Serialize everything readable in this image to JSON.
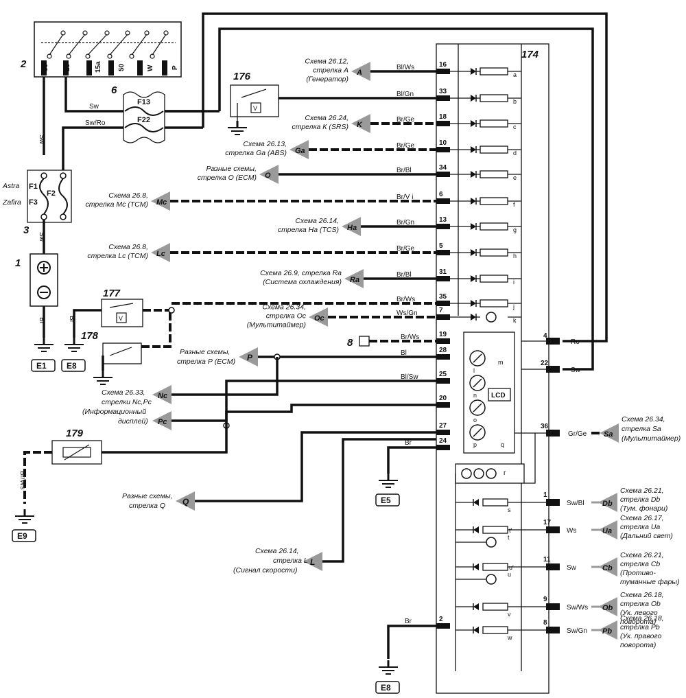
{
  "components": {
    "c1": "1",
    "c2": "2",
    "c3": "3",
    "c6": "6",
    "c8": "8",
    "c174": "174",
    "c176": "176",
    "c177": "177",
    "c178": "178",
    "c179": "179"
  },
  "ignition": [
    "30",
    "15",
    "15a",
    "50",
    "W",
    "P"
  ],
  "fuses": {
    "f13": "F13",
    "f22": "F22",
    "f1": "F1",
    "f2": "F2",
    "f3": "F3",
    "astra": "Astra",
    "zafira": "Zafira"
  },
  "wires": {
    "sw": "Sw",
    "swro": "Sw/Ro",
    "br": "Br",
    "brws": "Br/Ws",
    "ro": "Ro",
    "gr_ge": "Gr/Ge"
  },
  "lcd": "LCD",
  "grounds": {
    "e1": "E1",
    "e8a": "E8",
    "e5": "E5",
    "e9": "E9",
    "e8b": "E8"
  },
  "left_rows": [
    {
      "pin": "16",
      "wire": "Bl/Ws",
      "arrow": "A",
      "ref1": "Схема 26.12,",
      "ref2": "стрелка А",
      "ref3": "(Генератор)",
      "letter": "a"
    },
    {
      "pin": "33",
      "wire": "Bl/Gn",
      "arrow": "",
      "ref1": "",
      "ref2": "",
      "ref3": "",
      "letter": "b"
    },
    {
      "pin": "18",
      "wire": "Br/Ge",
      "arrow": "K",
      "ref1": "Схема 26.24,",
      "ref2": "стрелка К (SRS)",
      "ref3": "",
      "letter": "c"
    },
    {
      "pin": "10",
      "wire": "Br/Ge",
      "arrow": "Ga",
      "ref1": "Схема 26.13,",
      "ref2": "стрелка Ga (ABS)",
      "ref3": "",
      "letter": "d"
    },
    {
      "pin": "34",
      "wire": "Br/Bl",
      "arrow": "O",
      "ref1": "Разные схемы,",
      "ref2": "стрелка О (ECM)",
      "ref3": "",
      "letter": "e"
    },
    {
      "pin": "6",
      "wire": "Br/V i",
      "arrow": "Mc",
      "ref1": "Схема 26.8,",
      "ref2": "стрелка Mc (TCM)",
      "ref3": "",
      "letter": "f"
    },
    {
      "pin": "13",
      "wire": "Br/Gn",
      "arrow": "Ha",
      "ref1": "Схема 26.14,",
      "ref2": "стрелка На (TCS)",
      "ref3": "",
      "letter": "g"
    },
    {
      "pin": "5",
      "wire": "Br/Ge",
      "arrow": "Lc",
      "ref1": "Схема 26.8,",
      "ref2": "стрелка Lc (TCM)",
      "ref3": "",
      "letter": "h"
    },
    {
      "pin": "31",
      "wire": "Br/Bl",
      "arrow": "Ra",
      "ref1": "Схема 26.9, стрелка Ra",
      "ref2": "(Система охлаждения)",
      "ref3": "",
      "letter": "i"
    },
    {
      "pin": "35",
      "wire": "Br/Ws",
      "arrow": "",
      "ref1": "",
      "ref2": "",
      "ref3": "",
      "letter": "j"
    },
    {
      "pin": "7",
      "wire": "Ws/Gn",
      "arrow": "Oc",
      "ref1": "Схема 26.34,",
      "ref2": "стрелка Ос",
      "ref3": "(Мультитаймер)",
      "letter": "k"
    }
  ],
  "lower_rows": [
    {
      "pin": "19",
      "wire": "Br/Ws"
    },
    {
      "pin": "28",
      "wire": "Bl"
    },
    {
      "pin": "25",
      "wire": "Bl/Sw"
    },
    {
      "pin": "20",
      "wire": ""
    },
    {
      "pin": "27",
      "wire": ""
    },
    {
      "pin": "24",
      "wire": "Br"
    },
    {
      "pin": "2",
      "wire": "Br"
    }
  ],
  "gauge_letters": [
    "l",
    "m",
    "n",
    "o",
    "p",
    "q",
    "r"
  ],
  "refs_left": {
    "p": {
      "arrow": "P",
      "ref1": "Разные схемы,",
      "ref2": "стрелка Р (ECM)"
    },
    "nc": {
      "arrow": "Nc",
      "ref1": "Схема 26.33,",
      "ref2": "стрелки Nc,Pc",
      "ref3": "(Информационный",
      "ref4": "дисплей)"
    },
    "pc": {
      "arrow": "Pc"
    },
    "q": {
      "arrow": "Q",
      "ref1": "Разные схемы,",
      "ref2": "стрелка Q"
    },
    "l": {
      "arrow": "L",
      "ref1": "Схема 26.14,",
      "ref2": "стрелка L",
      "ref3": "(Сигнал скорости)"
    }
  },
  "right_pins": {
    "p4": "4",
    "p22": "22",
    "p36": "36"
  },
  "refs_right": {
    "sa": {
      "arrow": "Sa",
      "ref1": "Схема 26.34,",
      "ref2": "стрелка Sa",
      "ref3": "(Мультитаймер)"
    }
  },
  "right_rows": [
    {
      "pin": "1",
      "wire": "Sw/Bl",
      "arrow": "Db",
      "ref1": "Схема 26.21,",
      "ref2": "стрелка Db",
      "ref3": "(Тум. фонари)",
      "ref4": "",
      "letter": "s",
      "letter2": ""
    },
    {
      "pin": "17",
      "wire": "Ws",
      "arrow": "Ua",
      "ref1": "Схема 26.17,",
      "ref2": "стрелка Ua",
      "ref3": "(Дальний свет)",
      "ref4": "",
      "letter": "t",
      "letter2": "t'"
    },
    {
      "pin": "11",
      "wire": "Sw",
      "arrow": "Cb",
      "ref1": "Схема 26.21,",
      "ref2": "стрелка Cb",
      "ref3": "(Противо-",
      "ref4": "туманные фары)",
      "letter": "u",
      "letter2": "u'"
    },
    {
      "pin": "9",
      "wire": "Sw/Ws",
      "arrow": "Ob",
      "ref1": "Схема 26.18,",
      "ref2": "стрелка Ob",
      "ref3": "(Ук. левого",
      "ref4": "поворота)",
      "letter": "v",
      "letter2": ""
    },
    {
      "pin": "8",
      "wire": "Sw/Gn",
      "arrow": "Pb",
      "ref1": "Схема 26.18,",
      "ref2": "стрелка Pb",
      "ref3": "(Ук. правого",
      "ref4": "поворота)",
      "letter": "w",
      "letter2": ""
    }
  ]
}
